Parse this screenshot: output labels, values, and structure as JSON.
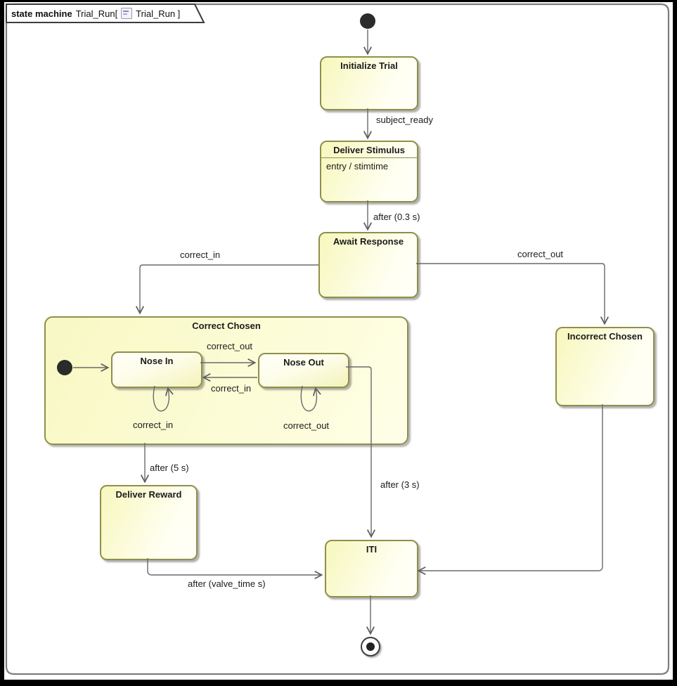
{
  "frame": {
    "keyword": "state machine",
    "model_name": "Trial_Run[",
    "diagram_ref": "Trial_Run ]",
    "diagram_icon": "state-machine-diagram-icon"
  },
  "states": {
    "initialize_trial": {
      "label": "Initialize Trial"
    },
    "deliver_stimulus": {
      "label": "Deliver Stimulus",
      "entry_action": "entry / stimtime"
    },
    "await_response": {
      "label": "Await Response"
    },
    "correct_chosen": {
      "label": "Correct Chosen"
    },
    "nose_in": {
      "label": "Nose In"
    },
    "nose_out": {
      "label": "Nose Out"
    },
    "incorrect_chosen": {
      "label": "Incorrect Chosen"
    },
    "deliver_reward": {
      "label": "Deliver Reward"
    },
    "iti": {
      "label": "ITI"
    }
  },
  "transitions": {
    "subject_ready": "subject_ready",
    "after_stim": "after (0.3 s)",
    "correct_in_to_correct": "correct_in",
    "correct_out_to_incorrect": "correct_out",
    "nose_in_to_nose_out": "correct_out",
    "nose_out_to_nose_in": "correct_in",
    "nose_in_self_loop": "correct_in",
    "nose_out_self_loop": "correct_out",
    "after_5s": "after (5 s)",
    "after_3s": "after (3 s)",
    "after_valve_time": "after (valve_time s)"
  },
  "pseudostates": {
    "initial_top": "initial-state",
    "initial_inner": "initial-state",
    "final_bottom": "final-state"
  },
  "colors": {
    "state_fill_light": "#FFFFF2",
    "state_fill_yellow": "#F7F7BD",
    "state_border": "#8F8F4B",
    "connector": "#6A6A6A",
    "frame_border": "#7D7D7D",
    "background": "#FFFFFF",
    "outer_edge": "#000000"
  }
}
